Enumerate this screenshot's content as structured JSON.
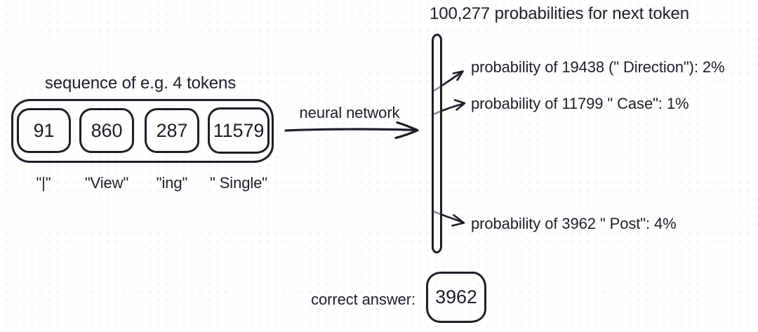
{
  "colors": {
    "ink": "#1e1e28",
    "background": "#ffffff"
  },
  "sequence": {
    "title": "sequence of e.g. 4 tokens",
    "tokens": [
      {
        "id": "91",
        "text": "\"|\""
      },
      {
        "id": "860",
        "text": "\"View\""
      },
      {
        "id": "287",
        "text": "\"ing\""
      },
      {
        "id": "11579",
        "text": "\" Single\""
      }
    ]
  },
  "neural_network": {
    "label": "neural network"
  },
  "output": {
    "title": "100,277 probabilities for next token",
    "probabilities": [
      {
        "label": "probability of 19438 (\" Direction\"): 2%"
      },
      {
        "label": "probability of 11799 \" Case\": 1%"
      },
      {
        "label": "probability of 3962 \" Post\": 4%"
      }
    ]
  },
  "answer": {
    "label": "correct answer:",
    "value": "3962"
  }
}
